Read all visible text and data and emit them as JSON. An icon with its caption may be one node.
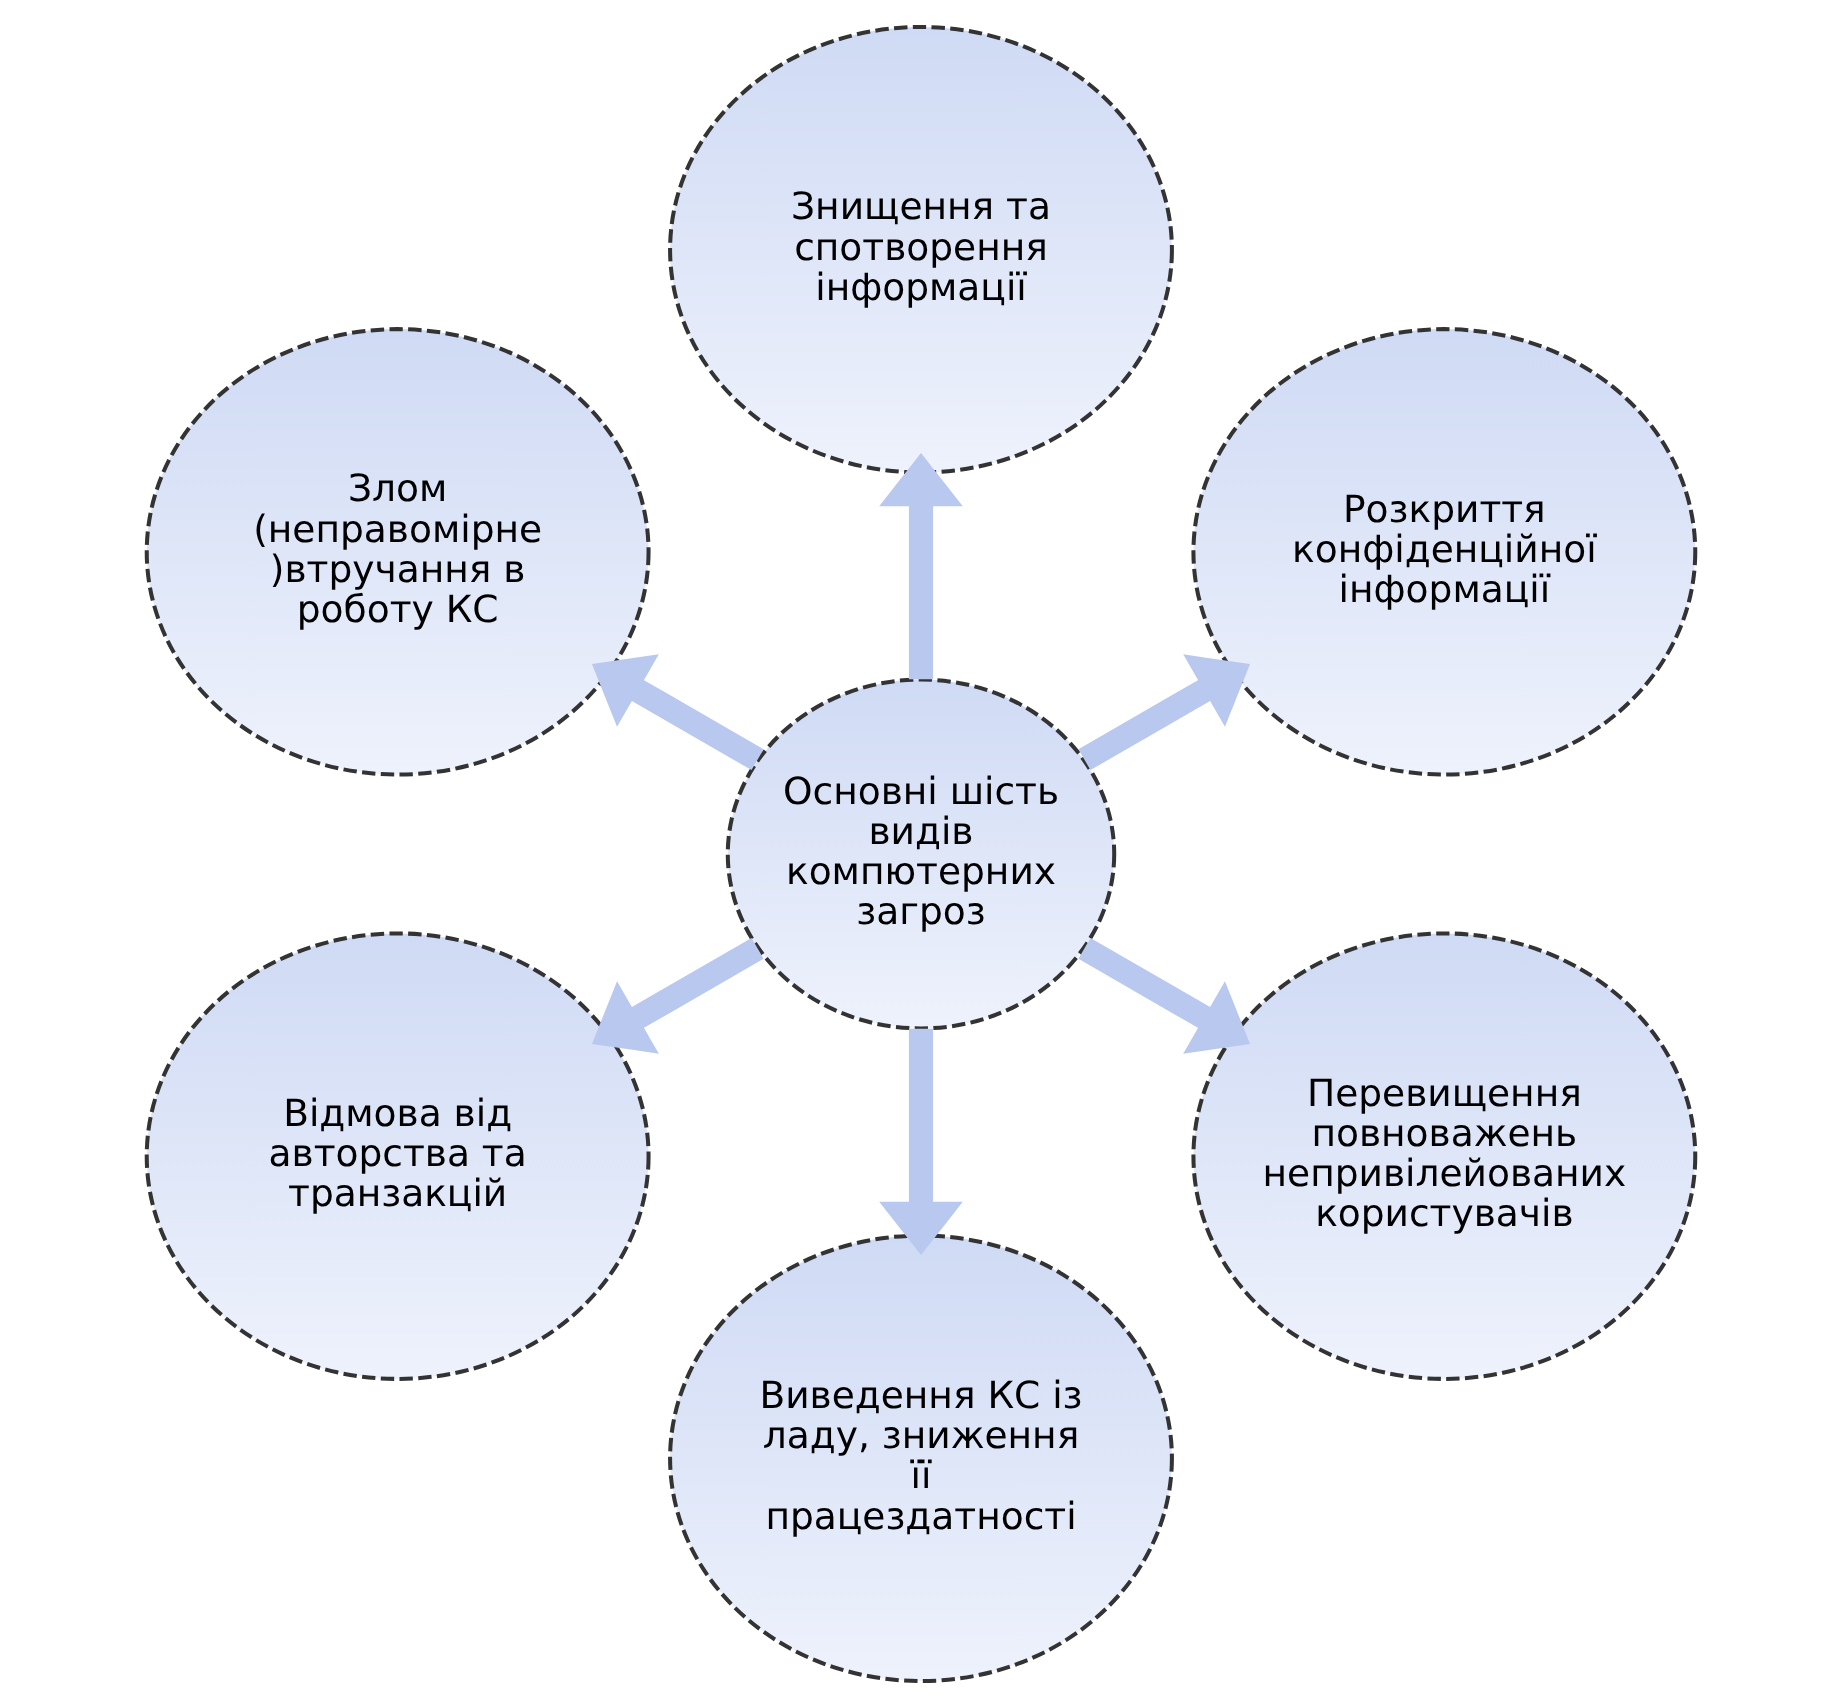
{
  "diagram": {
    "nodes": [
      {
        "text": [
          "Розкриття конфіденційної інформації"
        ]
      },
      {
        "text": [
          "Знищення та спотворення інформації"
        ]
      },
      {
        "text": [
          "Злом (неправомірне )втручання в роботу КС"
        ]
      },
      {
        "text": [
          "Основні шість видів компютерних загроз"
        ]
      },
      {
        "text": [
          "Відмова від авторства та транзакцій"
        ]
      },
      {
        "text": [
          "Виведення КС із ладу, зниження її працездатності"
        ]
      },
      {
        "text": [
          "Перевищення повноважень непривілейованих користувачів"
        ]
      }
    ],
    "edges": [
      {
        "from": 3,
        "to": 0,
        "arrow": "to"
      },
      {
        "from": 3,
        "to": 2,
        "arrow": "to"
      },
      {
        "from": 3,
        "to": 5,
        "arrow": "to"
      },
      {
        "from": 3,
        "to": 6,
        "arrow": "to"
      },
      {
        "from": 3,
        "to": 4,
        "arrow": "to"
      },
      {
        "from": 3,
        "to": 1,
        "arrow": "to"
      }
    ]
  }
}
